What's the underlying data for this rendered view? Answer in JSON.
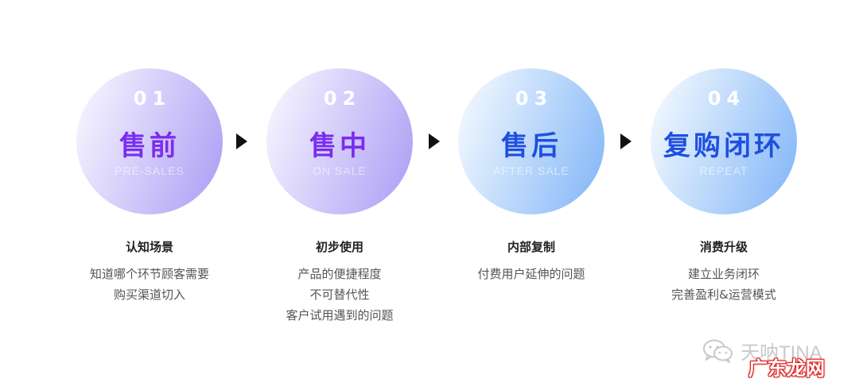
{
  "steps": [
    {
      "num": "01",
      "title": "售前",
      "sub": "PRE-SALES",
      "label": "认知场景",
      "desc": [
        "知道哪个环节顾客需要",
        "购买渠道切入"
      ],
      "title_color": "#7a2cf0",
      "grad_from": "#fbfaff",
      "grad_to": "#a99cf4"
    },
    {
      "num": "02",
      "title": "售中",
      "sub": "ON SALE",
      "label": "初步使用",
      "desc": [
        "产品的便捷程度",
        "不可替代性",
        "客户试用遇到的问题"
      ],
      "title_color": "#7a2cf0",
      "grad_from": "#fbfaff",
      "grad_to": "#a99cf4"
    },
    {
      "num": "03",
      "title": "售后",
      "sub": "AFTER SALE",
      "label": "内部复制",
      "desc": [
        "付费用户延伸的问题"
      ],
      "title_color": "#1f4fe0",
      "grad_from": "#fafdff",
      "grad_to": "#7fb4f7"
    },
    {
      "num": "04",
      "title": "复购闭环",
      "sub": "REPEAT",
      "label": "消费升级",
      "desc": [
        "建立业务闭环",
        "完善盈利&运营模式"
      ],
      "title_color": "#1f4fe0",
      "grad_from": "#fafdff",
      "grad_to": "#7fb4f7"
    }
  ],
  "watermark": {
    "icon": "wechat-icon",
    "name": "天呐TINA",
    "site": "广东龙网"
  },
  "colors": {
    "arrow": "#111111",
    "label": "#222222",
    "desc": "#555555"
  }
}
